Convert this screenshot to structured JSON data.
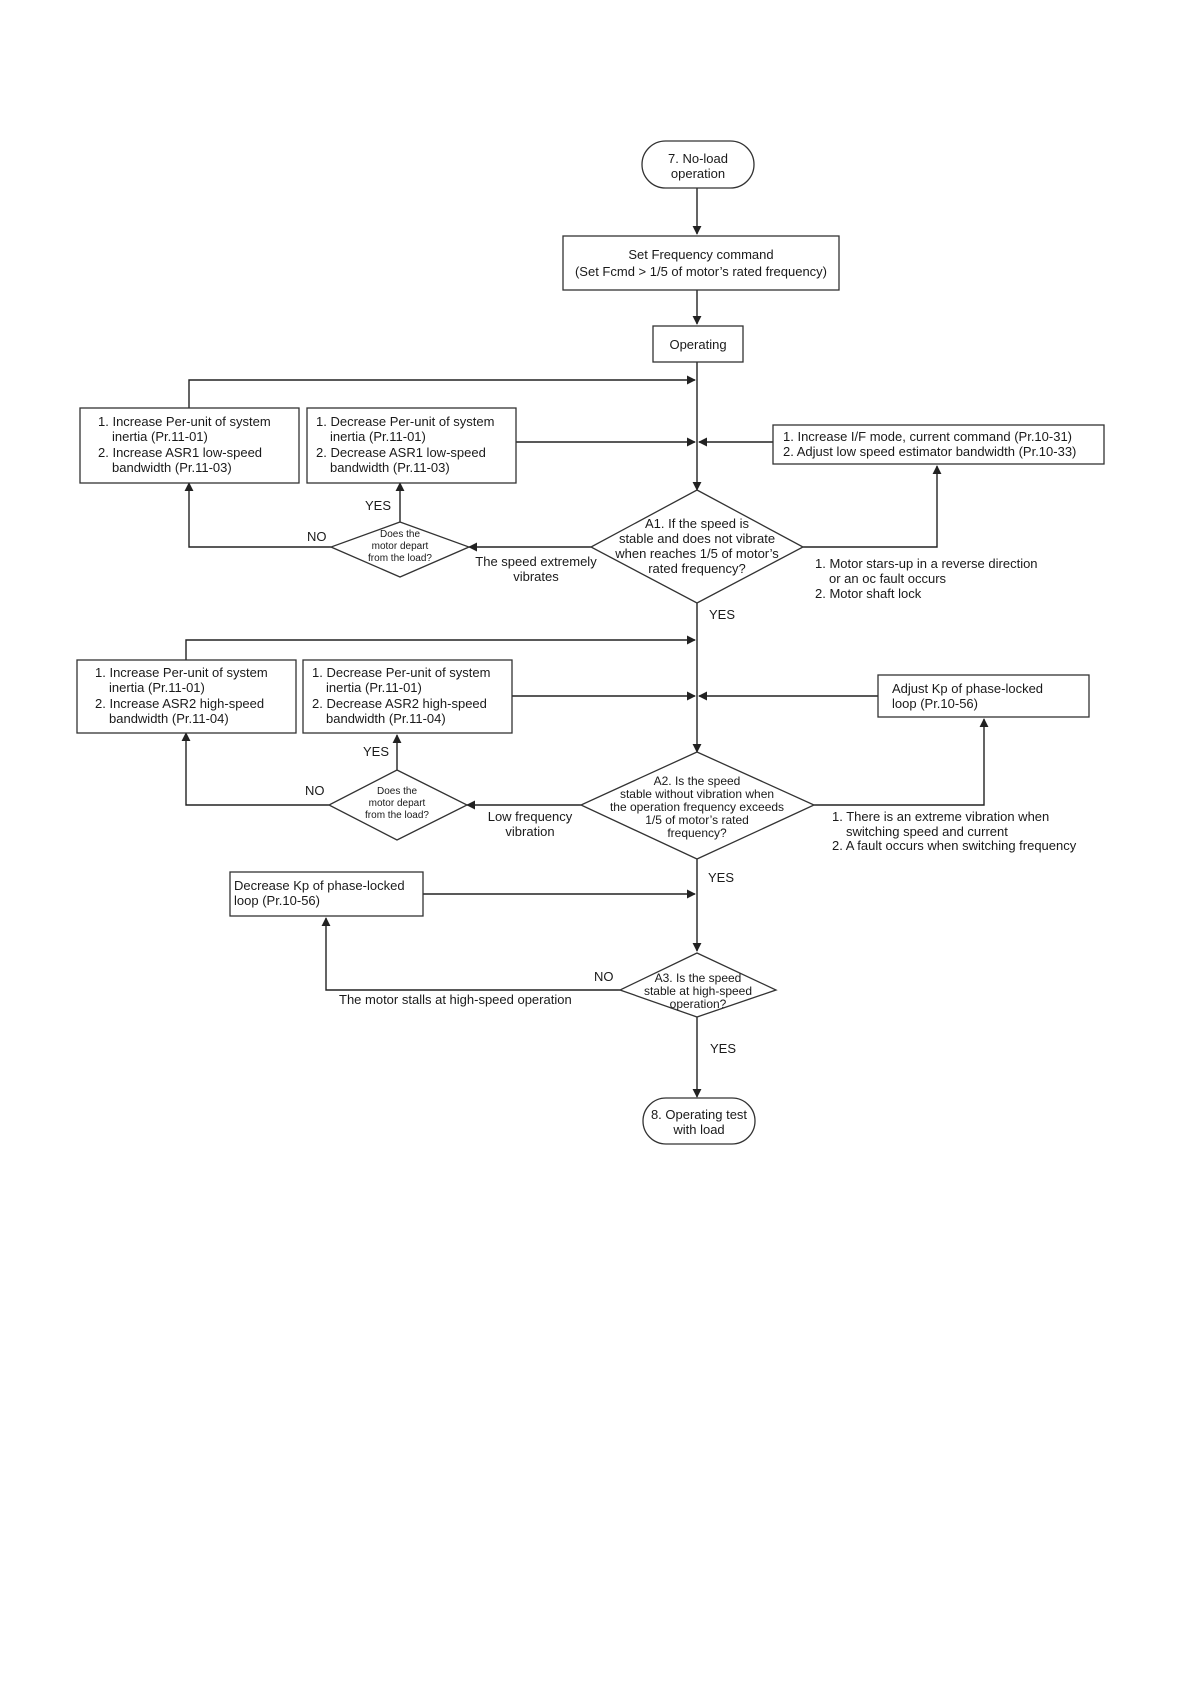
{
  "start": {
    "lines": [
      "7. No-load",
      "operation"
    ]
  },
  "set_frequency": {
    "lines": [
      "Set Frequency command",
      "(Set Fcmd > 1/5 of motor’s rated frequency)"
    ]
  },
  "operating": {
    "label": "Operating"
  },
  "stage_a1": {
    "decision": [
      "A1. If the speed is",
      "stable and does not vibrate",
      "when reaches 1/5 of motor’s",
      "rated frequency?"
    ],
    "increase_box": [
      "1. Increase Per-unit of system",
      "inertia (Pr.11-01)",
      "2. Increase ASR1 low-speed",
      "bandwidth (Pr.11-03)"
    ],
    "decrease_box": [
      "1. Decrease Per-unit of  system",
      "inertia (Pr.11-01)",
      "2. Decrease ASR1 low-speed",
      "bandwidth (Pr.11-03)"
    ],
    "right_box": [
      "1. Increase I/F mode, current command (Pr.10-31)",
      "2. Adjust low speed estimator bandwidth (Pr.10-33)"
    ],
    "depart": [
      "Does the",
      "motor depart",
      "from the load?"
    ],
    "yes": "YES",
    "no": "NO",
    "left_condition": [
      "The speed extremely",
      "vibrates"
    ],
    "right_condition": [
      "1. Motor stars-up in a reverse direction",
      "or an oc fault occurs",
      "2. Motor shaft lock"
    ],
    "yes_down": "YES"
  },
  "stage_a2": {
    "decision": [
      "A2. Is the speed",
      "stable without vibration when",
      "the operation frequency exceeds",
      "1/5 of motor’s rated",
      "frequency?"
    ],
    "increase_box": [
      "1. Increase Per-unit of system",
      "inertia (Pr.11-01)",
      "2. Increase ASR2 high-speed",
      "bandwidth (Pr.11-04)"
    ],
    "decrease_box": [
      "1. Decrease Per-unit of  system",
      "inertia (Pr.11-01)",
      "2. Decrease ASR2 high-speed",
      "bandwidth (Pr.11-04)"
    ],
    "right_box": [
      "Adjust Kp of phase-locked",
      "loop (Pr.10-56)"
    ],
    "depart": [
      "Does the",
      "motor depart",
      "from the load?"
    ],
    "yes": "YES",
    "no": "NO",
    "left_condition": [
      "Low frequency",
      "vibration"
    ],
    "right_condition": [
      "1. There is an extreme vibration when",
      "switching speed and current",
      "2. A fault occurs when switching frequency"
    ],
    "yes_down": "YES"
  },
  "stage_a3": {
    "decision": [
      "A3. Is the speed",
      "stable at high-speed",
      "operation?"
    ],
    "left_box": [
      "Decrease Kp of phase-locked",
      "loop (Pr.10-56)"
    ],
    "no": "NO",
    "left_condition": "The motor stalls at high-speed operation",
    "yes_down": "YES"
  },
  "end": {
    "lines": [
      "8. Operating test",
      "with load"
    ]
  }
}
